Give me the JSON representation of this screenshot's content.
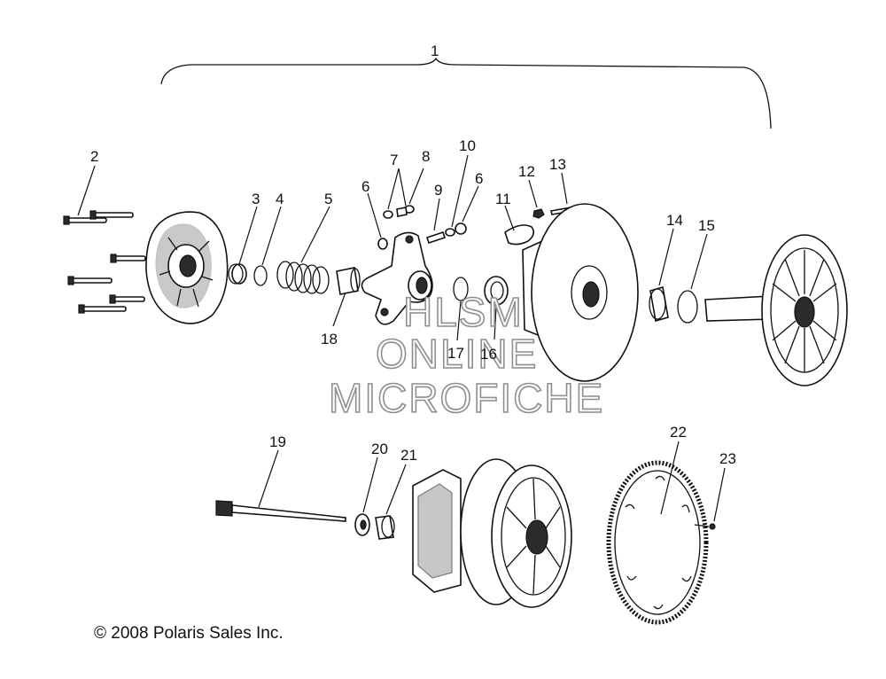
{
  "assembly_label": "1",
  "callouts": [
    {
      "id": "c2",
      "text": "2"
    },
    {
      "id": "c3",
      "text": "3"
    },
    {
      "id": "c4",
      "text": "4"
    },
    {
      "id": "c5",
      "text": "5"
    },
    {
      "id": "c6a",
      "text": "6"
    },
    {
      "id": "c7",
      "text": "7"
    },
    {
      "id": "c8",
      "text": "8"
    },
    {
      "id": "c9",
      "text": "9"
    },
    {
      "id": "c10",
      "text": "10"
    },
    {
      "id": "c6b",
      "text": "6"
    },
    {
      "id": "c11",
      "text": "11"
    },
    {
      "id": "c12",
      "text": "12"
    },
    {
      "id": "c13",
      "text": "13"
    },
    {
      "id": "c14",
      "text": "14"
    },
    {
      "id": "c15",
      "text": "15"
    },
    {
      "id": "c16",
      "text": "16"
    },
    {
      "id": "c17",
      "text": "17"
    },
    {
      "id": "c18",
      "text": "18"
    },
    {
      "id": "c19",
      "text": "19"
    },
    {
      "id": "c20",
      "text": "20"
    },
    {
      "id": "c21",
      "text": "21"
    },
    {
      "id": "c22",
      "text": "22"
    },
    {
      "id": "c23",
      "text": "23"
    }
  ],
  "watermark": [
    "HLSM",
    "ONLINE",
    "MICROFICHE"
  ],
  "copyright": "© 2008 Polaris Sales Inc."
}
